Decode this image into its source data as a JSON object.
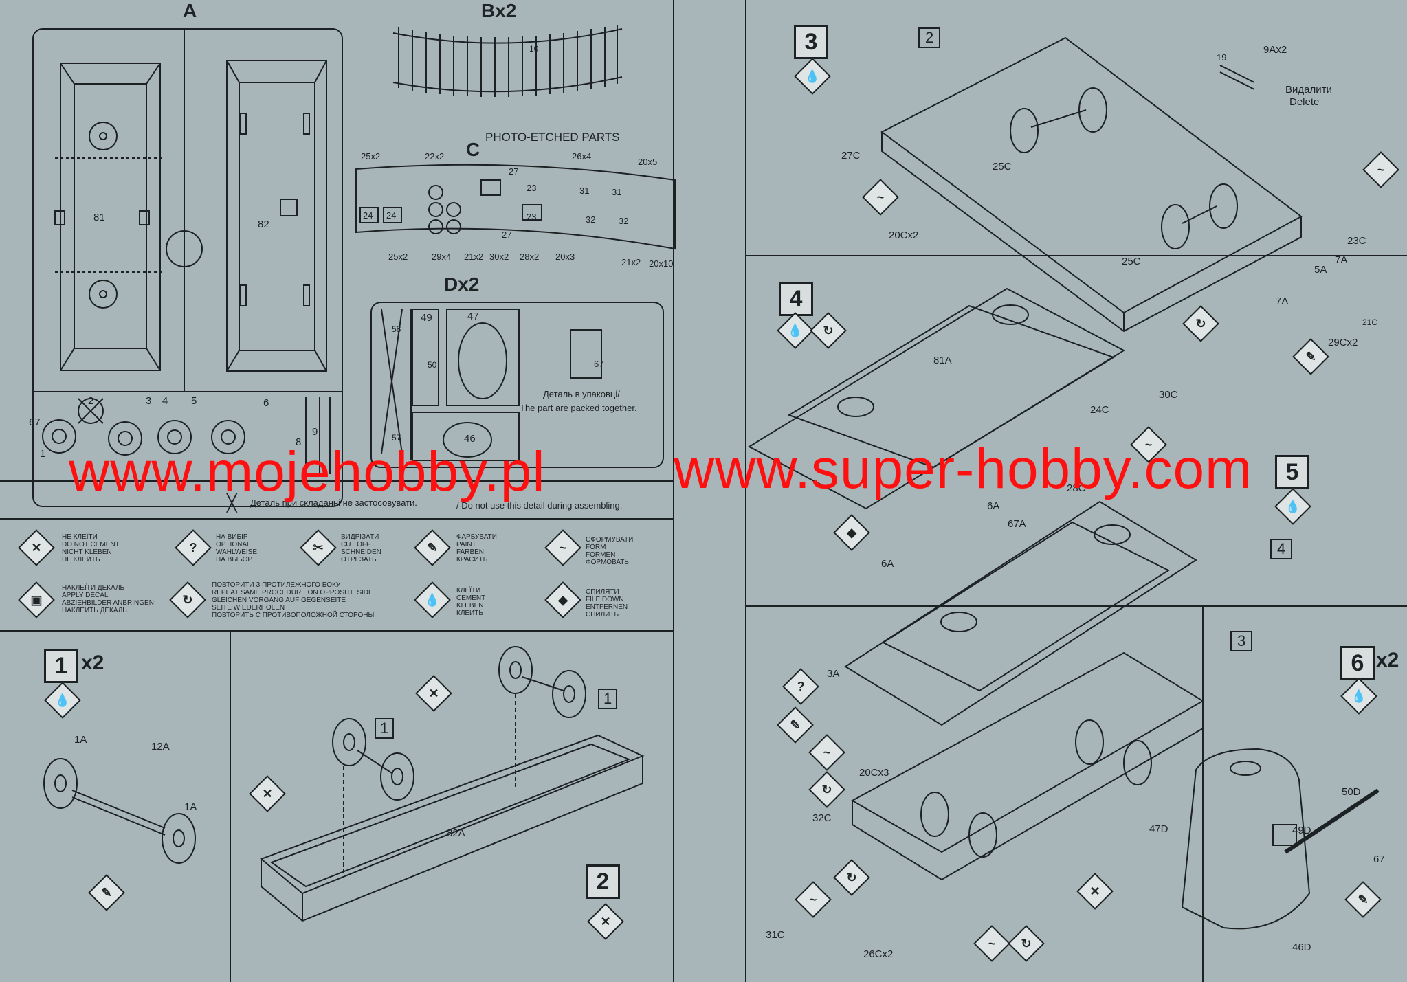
{
  "sprues": {
    "A": "A",
    "B": "Bx2",
    "C": "C",
    "C_title": "PHOTO-ETCHED PARTS",
    "D": "Dx2"
  },
  "sprue_a_parts": [
    "81",
    "82",
    "1",
    "2",
    "3",
    "4",
    "5",
    "6",
    "8",
    "9",
    "67"
  ],
  "sprue_b_part": "10",
  "sprue_c_parts": [
    "25x2",
    "22x2",
    "26x4",
    "20x5",
    "27",
    "24",
    "24",
    "23",
    "31",
    "31",
    "32",
    "32",
    "23",
    "27",
    "25x2",
    "29x4",
    "21x2",
    "30x2",
    "28x2",
    "20x3",
    "21x2",
    "20x10"
  ],
  "sprue_d_parts": [
    "49",
    "47",
    "50",
    "46",
    "58",
    "57"
  ],
  "packed_part": "67",
  "packed_note_ua": "Деталь в упаковці/",
  "packed_note_en": "The part are packed together.",
  "not_used_ua": "Деталь при складанні не застосовувати.",
  "not_used_en": "/ Do not use this detail during assembling.",
  "legend": [
    {
      "icon": "no-cement-icon",
      "text": "НЕ КЛЕЇТИ\nDO NOT CEMENT\nNICHT KLEBEN\nНЕ КЛЕИТЬ"
    },
    {
      "icon": "optional-icon",
      "text": "НА ВИБІР\nOPTIONAL\nWAHLWEISE\nНА ВЫБОР"
    },
    {
      "icon": "cut-off-icon",
      "text": "ВИДРІЗАТИ\nCUT OFF\nSCHNEIDEN\nОТРЕЗАТЬ"
    },
    {
      "icon": "paint-icon",
      "text": "ФАРБУВАТИ\nPAINT\nFARBEN\nКРАСИТЬ"
    },
    {
      "icon": "form-icon",
      "text": "СФОРМУВАТИ\nFORM\nFORMEN\nФОРМОВАТЬ"
    },
    {
      "icon": "apply-decal-icon",
      "text": "НАКЛЕЇТИ ДЕКАЛЬ\nAPPLY DECAL\nABZIEHBILDER ANBRINGEN\nНАКЛЕИТЬ ДЕКАЛЬ"
    },
    {
      "icon": "repeat-icon",
      "text": "ПОВТОРИТИ З ПРОТИЛЕЖНОГО БОКУ\nREPEAT SAME PROCEDURE ON OPPOSITE SIDE\nGLEICHEN VORGANG AUF GEGENSEITE\nSEITE WIEDERHOLEN\nПОВТОРИТЬ С ПРОТИВОПОЛОЖНОЙ СТОРОНЫ"
    },
    {
      "icon": "cement-icon",
      "text": "КЛЕЇТИ\nCEMENT\nKLEBEN\nКЛЕИТЬ"
    },
    {
      "icon": "file-down-icon",
      "text": "СПИЛЯТИ\nFILE DOWN\nENTFERNEN\nСПИЛИТЬ"
    }
  ],
  "steps": {
    "s1": {
      "num": "1",
      "mult": "x2",
      "parts": [
        "1A",
        "12A",
        "1A"
      ]
    },
    "s2": {
      "num": "2",
      "parts": [
        "1",
        "1",
        "82A"
      ]
    },
    "s3": {
      "num": "3",
      "parts": [
        "2",
        "27C",
        "25C",
        "20Cx2",
        "25C",
        "9Ax2",
        "19",
        "23C",
        "7A",
        "5A",
        "7A",
        "21C",
        "29Cx2"
      ],
      "delete_ua": "Видалити",
      "delete_en": "Delete"
    },
    "s4": {
      "num": "4",
      "parts": [
        "81A",
        "24C",
        "30C",
        "6A",
        "67A",
        "28C",
        "6A"
      ]
    },
    "s5": {
      "num": "5",
      "parts": [
        "4",
        "3",
        "3A",
        "20Cx3",
        "32C",
        "31C",
        "26Cx2"
      ]
    },
    "s6": {
      "num": "6",
      "mult": "x2",
      "parts": [
        "50D",
        "49D",
        "47D",
        "67",
        "46D"
      ]
    }
  },
  "watermark": {
    "text1": "www.mojehobby.pl",
    "text2": "www.super-hobby.com",
    "color": "#ff1010"
  },
  "colors": {
    "paper": "#a9b6b9",
    "ink": "#1c2224"
  }
}
